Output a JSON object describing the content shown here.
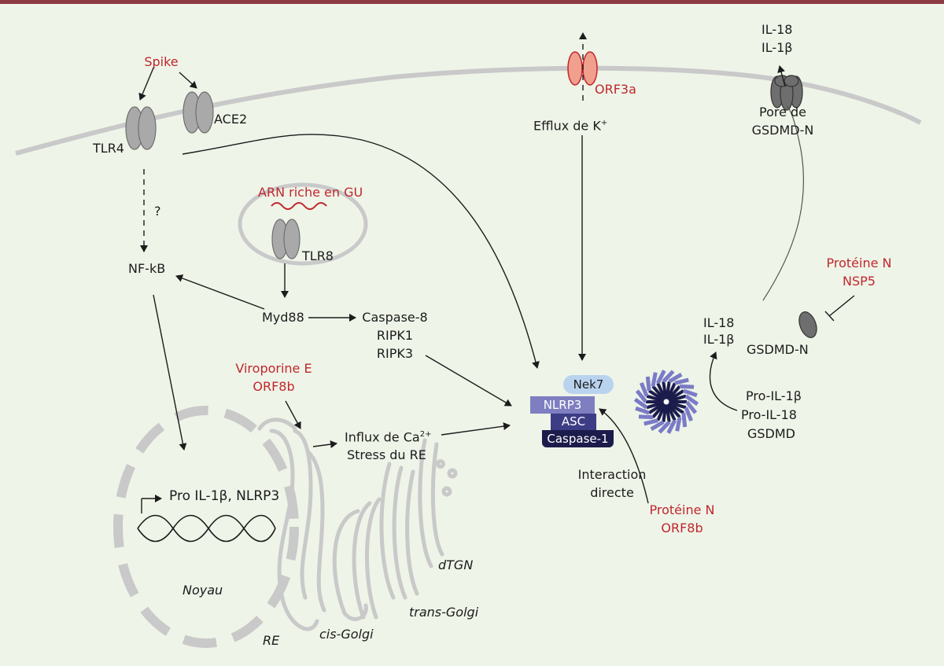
{
  "labels": {
    "spike": "Spike",
    "tlr4": "TLR4",
    "ace2": "ACE2",
    "question": "?",
    "nfkb": "NF-kB",
    "arn": "ARN riche en GU",
    "tlr8": "TLR8",
    "myd88": "Myd88",
    "casp8_l1": "Caspase-8",
    "casp8_l2": "RIPK1",
    "casp8_l3": "RIPK3",
    "viro_l1": "Viroporine E",
    "viro_l2": "ORF8b",
    "influx_l1": "Influx de Ca",
    "influx_sup": "2+",
    "influx_l2": "Stress du RE",
    "pro_il": "Pro IL-1β, NLRP3",
    "noyau": "Noyau",
    "re": "RE",
    "cis_golgi": "cis-Golgi",
    "trans_golgi": "trans-Golgi",
    "dtgn": "dTGN",
    "orf3a": "ORF3a",
    "efflux": "Efflux de K",
    "efflux_sup": "+",
    "il18_top": "IL-18",
    "il1b_top": "IL-1β",
    "pore_l1": "Pore de",
    "pore_l2": "GSDMD-N",
    "protn_nsp5_l1": "Protéine N",
    "protn_nsp5_l2": "NSP5",
    "il18_mid": "IL-18",
    "il1b_mid": "IL-1β",
    "gsdmdn": "GSDMD-N",
    "pro_il1b": "Pro-IL-1β",
    "pro_il18": "Pro-IL-18",
    "gsdmd": "GSDMD",
    "interaction_l1": "Interaction",
    "interaction_l2": "directe",
    "protn_orf8b_l1": "Protéine N",
    "protn_orf8b_l2": "ORF8b"
  },
  "complex": {
    "nek7": "Nek7",
    "nlrp3": "NLRP3",
    "asc": "ASC",
    "caspase1": "Caspase-1"
  },
  "colors": {
    "background": "#eef4e8",
    "top_bar": "#8c3a44",
    "membrane": "#c9c9c9",
    "receptor": "#a9a9a9",
    "viral_text": "#c0272d",
    "orf3a_channel": "#f1a08e",
    "nek7": "#b9d3ef",
    "nlrp3": "#7e7ec0",
    "asc": "#3d3d86",
    "caspase1": "#1c1c4c",
    "asc_speck_core": "#1c1c4c",
    "asc_speck_rays": "#7b7bc6"
  }
}
